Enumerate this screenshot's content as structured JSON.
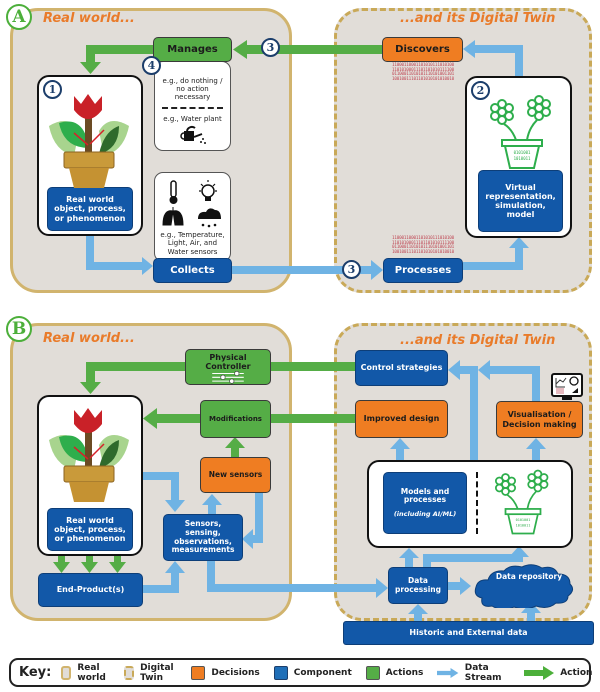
{
  "panel_a": {
    "letter": "A",
    "real_world_title": "Real world...",
    "digital_twin_title": "...and its Digital Twin",
    "steps": {
      "one": "1",
      "two": "2",
      "three": "3",
      "four": "4"
    },
    "manages": {
      "label": "Manages",
      "example_1": "e.g., do nothing / no action necessary",
      "example_2": "e.g., Water plant",
      "icon": "watering-can-icon"
    },
    "real_object_label": "Real world object, process, or phenomenon",
    "sensors": {
      "icons": [
        "thermometer-icon",
        "light-bulb-icon",
        "lungs-icon",
        "rain-cloud-icon"
      ],
      "caption": "e.g., Temperature, Light, Air, and Water sensors"
    },
    "collects": "Collects",
    "discovers": "Discovers",
    "processes": "Processes",
    "virtual_label": "Virtual representation, simulation, model",
    "binary_lines": [
      "11000110001101010111010100",
      "11010100011101101010111100",
      "01100011010101110101001101",
      "10010011101101010101010010"
    ]
  },
  "panel_b": {
    "letter": "B",
    "real_world_title": "Real world...",
    "digital_twin_title": "...and its Digital Twin",
    "physical_controller": "Physical Controller",
    "modifications": "Modifications",
    "new_sensors": "New sensors",
    "real_object_label": "Real world object, process, or phenomenon",
    "sensors_box": "Sensors, sensing, observations, measurements",
    "end_products": "End-Product(s)",
    "control_strategies": "Control strategies",
    "improved_design": "Improved design",
    "visualisation": "Visualisation / Decision making",
    "models_title": "Models and processes",
    "models_subtitle": "(including AI/ML)",
    "data_processing": "Data processing",
    "data_repository": "Data repository",
    "historic": "Historic and External data"
  },
  "key": {
    "title": "Key:",
    "items": [
      {
        "label": "Real world",
        "swatch": "real-world"
      },
      {
        "label": "Digital Twin",
        "swatch": "digital-twin"
      },
      {
        "label": "Decisions",
        "swatch": "decisions",
        "color": "#ef7d22"
      },
      {
        "label": "Component",
        "swatch": "component",
        "color": "#1258a8"
      },
      {
        "label": "Actions",
        "swatch": "actions",
        "color": "#55ad46"
      },
      {
        "label": "Data Stream",
        "swatch": "data-stream-arrow",
        "color": "#6fb3e4"
      },
      {
        "label": "Action",
        "swatch": "action-arrow",
        "color": "#4caf3a"
      }
    ]
  }
}
